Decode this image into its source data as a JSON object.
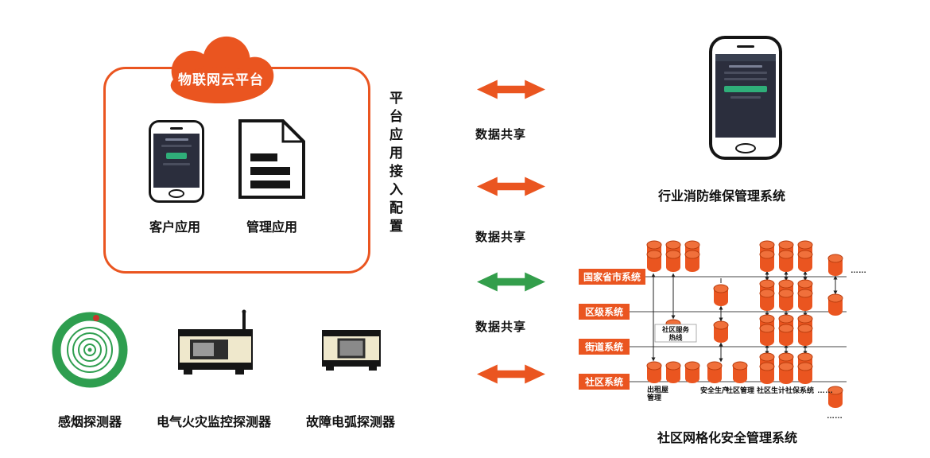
{
  "platform": {
    "cloud_label": "物联网云平台",
    "client_app_label": "客户应用",
    "admin_app_label": "管理应用"
  },
  "middle": {
    "vertical_label": "平台应用接入配置",
    "share_label": "数据共享"
  },
  "fire_system": {
    "label": "行业消防维保管理系统"
  },
  "detectors": {
    "smoke": "感烟探测器",
    "electrical": "电气火灾监控探测器",
    "arc": "故障电弧探测器"
  },
  "grid": {
    "title": "社区网格化安全管理系统",
    "levels": [
      {
        "label": "国家省市系统"
      },
      {
        "label": "区级系统"
      },
      {
        "label": "街道系统"
      },
      {
        "label": "社区系统"
      }
    ],
    "nodes": {
      "hotline_1": "社区服务",
      "hotline_2": "热线",
      "rental_1": "出租屋",
      "rental_2": "管理",
      "safety": "安全生产",
      "community": "社区管理",
      "social": "社区生计社保系统",
      "ellipsis": "……"
    }
  },
  "colors": {
    "orange": "#EA5520",
    "green": "#339E4B",
    "screen_dark": "#2b2e3d"
  }
}
